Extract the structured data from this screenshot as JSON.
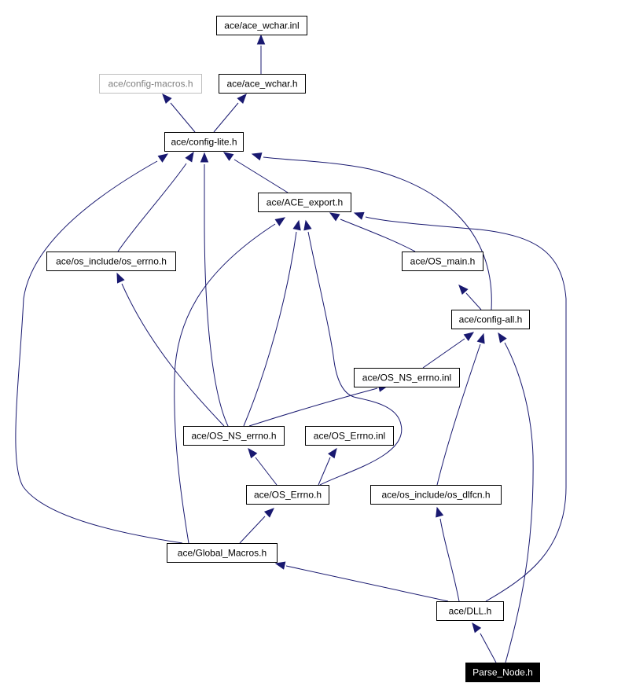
{
  "graph": {
    "nodes": [
      {
        "id": "ace_wchar_inl",
        "label": "ace/ace_wchar.inl"
      },
      {
        "id": "config_macros",
        "label": "ace/config-macros.h",
        "style": "grey"
      },
      {
        "id": "ace_wchar_h",
        "label": "ace/ace_wchar.h"
      },
      {
        "id": "config_lite",
        "label": "ace/config-lite.h"
      },
      {
        "id": "ace_export",
        "label": "ace/ACE_export.h"
      },
      {
        "id": "os_errno_h",
        "label": "ace/os_include/os_errno.h"
      },
      {
        "id": "os_main",
        "label": "ace/OS_main.h"
      },
      {
        "id": "config_all",
        "label": "ace/config-all.h"
      },
      {
        "id": "os_ns_errno_inl",
        "label": "ace/OS_NS_errno.inl"
      },
      {
        "id": "os_ns_errno_h",
        "label": "ace/OS_NS_errno.h"
      },
      {
        "id": "os_errno_inl",
        "label": "ace/OS_Errno.inl"
      },
      {
        "id": "os_errno_cap_h",
        "label": "ace/OS_Errno.h"
      },
      {
        "id": "os_dlfcn",
        "label": "ace/os_include/os_dlfcn.h"
      },
      {
        "id": "global_macros",
        "label": "ace/Global_Macros.h"
      },
      {
        "id": "dll_h",
        "label": "ace/DLL.h"
      },
      {
        "id": "parse_node",
        "label": "Parse_Node.h",
        "style": "selected"
      }
    ],
    "edges": [
      {
        "from": "ace_wchar_h",
        "to": "ace_wchar_inl"
      },
      {
        "from": "config_lite",
        "to": "config_macros"
      },
      {
        "from": "config_lite",
        "to": "ace_wchar_h"
      },
      {
        "from": "ace_export",
        "to": "config_lite"
      },
      {
        "from": "os_errno_h",
        "to": "config_lite"
      },
      {
        "from": "config_all",
        "to": "config_lite"
      },
      {
        "from": "os_ns_errno_h",
        "to": "config_lite"
      },
      {
        "from": "global_macros",
        "to": "config_lite"
      },
      {
        "from": "os_main",
        "to": "ace_export"
      },
      {
        "from": "dll_h",
        "to": "ace_export"
      },
      {
        "from": "os_ns_errno_h",
        "to": "ace_export"
      },
      {
        "from": "os_errno_cap_h",
        "to": "ace_export"
      },
      {
        "from": "global_macros",
        "to": "ace_export"
      },
      {
        "from": "config_all",
        "to": "os_main"
      },
      {
        "from": "os_ns_errno_inl",
        "to": "config_all"
      },
      {
        "from": "os_dlfcn",
        "to": "config_all"
      },
      {
        "from": "parse_node",
        "to": "config_all"
      },
      {
        "from": "os_ns_errno_h",
        "to": "os_errno_h"
      },
      {
        "from": "os_ns_errno_h",
        "to": "os_ns_errno_inl"
      },
      {
        "from": "os_errno_cap_h",
        "to": "os_ns_errno_h"
      },
      {
        "from": "os_errno_cap_h",
        "to": "os_errno_inl"
      },
      {
        "from": "global_macros",
        "to": "os_errno_cap_h"
      },
      {
        "from": "dll_h",
        "to": "global_macros"
      },
      {
        "from": "dll_h",
        "to": "os_dlfcn"
      },
      {
        "from": "parse_node",
        "to": "dll_h"
      }
    ]
  }
}
